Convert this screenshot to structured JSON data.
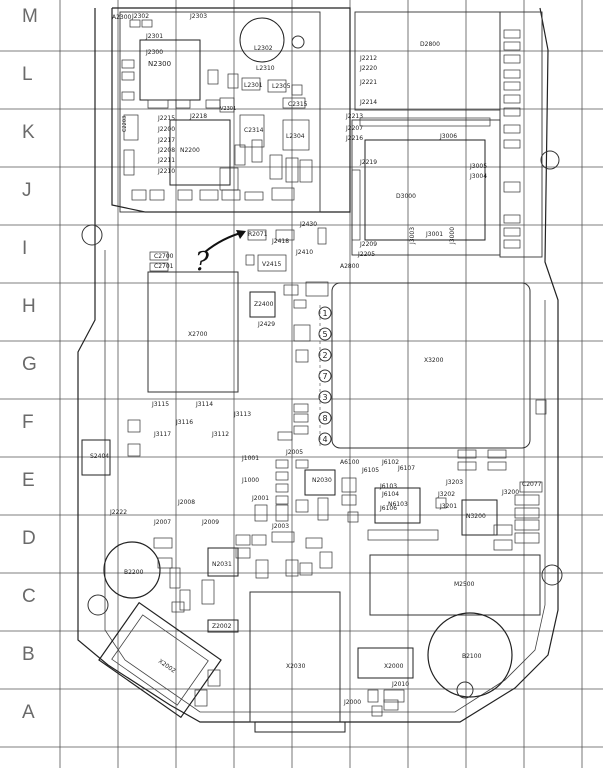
{
  "row_labels": [
    "M",
    "L",
    "K",
    "J",
    "I",
    "H",
    "G",
    "F",
    "E",
    "D",
    "C",
    "B",
    "A"
  ],
  "components": {
    "a2300": "A2300",
    "j2302l": "J2302",
    "j2303": "J2303",
    "j2301": "J2301",
    "n2300": "N2300",
    "j2300": "J2300",
    "l2302": "L2302",
    "l2310": "L2310",
    "l2301": "L2301",
    "l2305": "L2305",
    "v2301": "V2301",
    "c2315": "C2315",
    "j2215": "J2215",
    "j2218": "J2218",
    "j2200": "J2200",
    "j2217": "J2217",
    "j2208": "J2208",
    "n2200": "N2200",
    "j2211": "J2211",
    "j2210": "J2210",
    "c2314": "C2314",
    "l2304": "L2304",
    "c2203": "C2203",
    "j2212": "J2212",
    "j2220": "J2220",
    "j2221": "J2221",
    "j2214": "J2214",
    "j2213": "J2213",
    "j2207": "J2207",
    "j2216": "J2216",
    "j2219": "J2219",
    "j2209": "J2209",
    "j2205": "J2205",
    "d2800": "D2800",
    "j3006": "J3006",
    "d3000": "D3000",
    "j3005": "J3005",
    "j3004": "J3004",
    "j3001": "J3001",
    "j3003": "J3003",
    "j3000": "J3000",
    "a2800": "A2800",
    "r2071": "R2071",
    "j2430": "J2430",
    "j2418": "J2418",
    "c2700": "C2700",
    "c2701": "C2701",
    "v2415": "V2415",
    "j2410": "J2410",
    "z2400": "Z2400",
    "x2700": "X2700",
    "j2429": "J2429",
    "x3200": "X3200",
    "j3115": "J3115",
    "j3114": "J3114",
    "j3113": "J3113",
    "j3116": "J3116",
    "j3117": "J3117",
    "j3112": "J3112",
    "s2404": "S2404",
    "j2005": "J2005",
    "j1001": "J1001",
    "j1000": "J1000",
    "n2030": "N2030",
    "a6100": "A6100",
    "j6105": "J6105",
    "j6102": "J6102",
    "j6107": "J6107",
    "j6103": "J6103",
    "j6104": "J6104",
    "j6106": "J6106",
    "n6103": "N6103",
    "j3203": "J3203",
    "j3202": "J3202",
    "j3201": "J3201",
    "j3200": "J3200",
    "n3200": "N3200",
    "c2077": "C2077",
    "j2222": "J2222",
    "j2008": "J2008",
    "j2007": "J2007",
    "j2009": "J2009",
    "j2001": "J2001",
    "j2003": "J2003",
    "b2200": "B2200",
    "n2031": "N2031",
    "m2500": "M2500",
    "z2002": "Z2002",
    "x2002": "X2002",
    "x2030": "X2030",
    "x2000": "X2000",
    "b2100": "B2100",
    "j2010": "J2010",
    "j2000": "J2000"
  },
  "pin_numbers": [
    "1",
    "5",
    "2",
    "7",
    "3",
    "8",
    "4"
  ],
  "annotation_mark": "?"
}
